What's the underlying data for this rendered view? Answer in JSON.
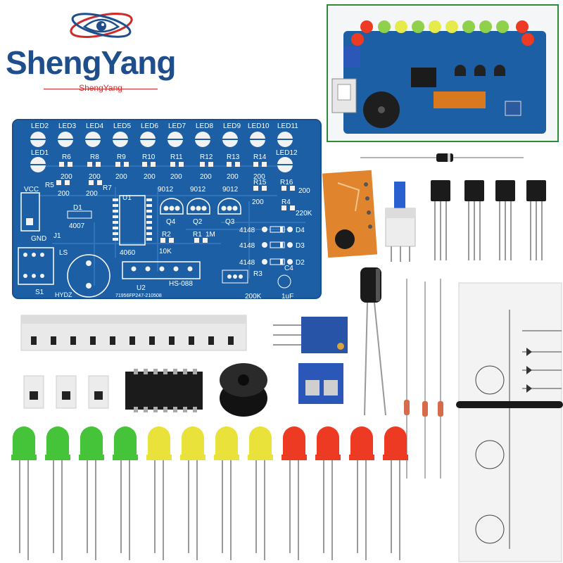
{
  "brand": {
    "name": "ShengYang",
    "subtitle": "ShengYang",
    "colors": {
      "primary": "#1f4e8c",
      "accent": "#d12a2a"
    }
  },
  "pcb": {
    "color": "#1d5fa5",
    "led_labels": [
      "LED2",
      "LED3",
      "LED4",
      "LED5",
      "LED6",
      "LED7",
      "LED8",
      "LED9",
      "LED10",
      "LED11"
    ],
    "led_side_left": "LED1",
    "led_side_right": "LED12",
    "resistor_labels": [
      "R6",
      "R8",
      "R9",
      "R10",
      "R11",
      "R12",
      "R13",
      "R14"
    ],
    "r5": "R5",
    "r7": "R7",
    "r15": "R15",
    "r16": "R16",
    "r4": "R4",
    "r2": "R2",
    "r1": "R1",
    "r3": "R3",
    "value_200": "200",
    "value_220k": "220K",
    "value_10k": "10K",
    "value_1m": "1M",
    "value_200k": "200K",
    "value_1uf": "1uF",
    "transistor_type": "9012",
    "transistors": [
      "Q4",
      "Q2",
      "Q3"
    ],
    "vcc": "VCC",
    "gnd": "GND",
    "d1": "D1",
    "diode_type": "4007",
    "j1": "J1",
    "u1": "U1",
    "ic_type": "4060",
    "ls": "LS",
    "s1": "S1",
    "hydz": "HYDZ",
    "u2": "U2",
    "module": "HS-088",
    "d4": "D4",
    "d3": "D3",
    "d2": "D2",
    "diode_4148": "4148",
    "c4": "C4",
    "batch": "71956FP247-210508"
  },
  "components": {
    "led_colors": [
      "#45c43a",
      "#45c43a",
      "#45c43a",
      "#45c43a",
      "#e8e23a",
      "#e8e23a",
      "#e8e23a",
      "#e8e23a",
      "#ec3b22",
      "#ec3b22",
      "#ec3b22",
      "#ec3b22"
    ],
    "capacitor_label": "1uF"
  }
}
